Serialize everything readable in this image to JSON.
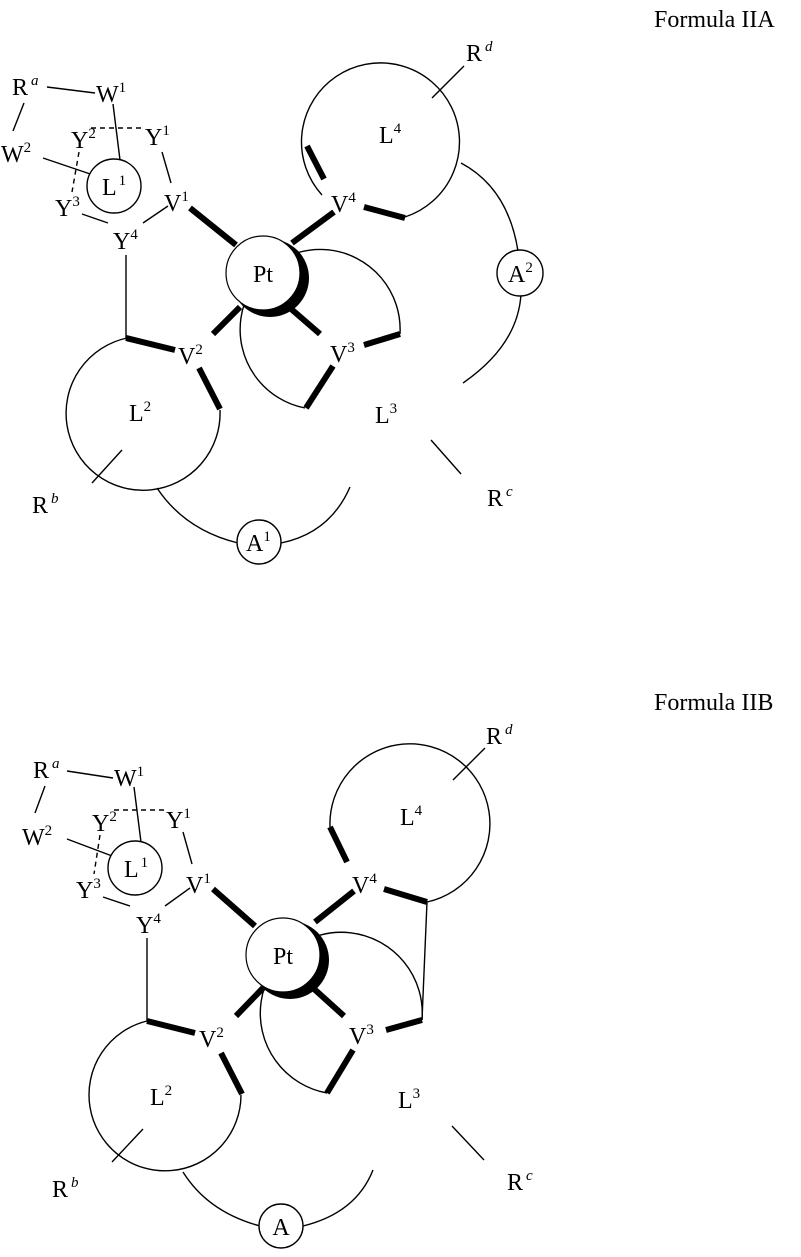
{
  "formulas": [
    {
      "title": "Formula IIA",
      "center": "Pt",
      "bridge_main": {
        "base": "A",
        "sub": "1"
      },
      "bridge_side": {
        "base": "A",
        "sub": "2"
      },
      "ligands": {
        "L1": {
          "base": "L",
          "sub": "1"
        },
        "L2": {
          "base": "L",
          "sub": "2"
        },
        "L3": {
          "base": "L",
          "sub": "3"
        },
        "L4": {
          "base": "L",
          "sub": "4"
        }
      },
      "donors": {
        "V1": {
          "base": "V",
          "sub": "1"
        },
        "V2": {
          "base": "V",
          "sub": "2"
        },
        "V3": {
          "base": "V",
          "sub": "3"
        },
        "V4": {
          "base": "V",
          "sub": "4"
        }
      },
      "ring_atoms": {
        "Y1": {
          "base": "Y",
          "sub": "1"
        },
        "Y2": {
          "base": "Y",
          "sub": "2"
        },
        "Y3": {
          "base": "Y",
          "sub": "3"
        },
        "Y4": {
          "base": "Y",
          "sub": "4"
        }
      },
      "w_atoms": {
        "W1": {
          "base": "W",
          "sub": "1"
        },
        "W2": {
          "base": "W",
          "sub": "2"
        }
      },
      "substituents": {
        "Ra": {
          "base": "R",
          "sub": "a"
        },
        "Rb": {
          "base": "R",
          "sub": "b"
        },
        "Rc": {
          "base": "R",
          "sub": "c"
        },
        "Rd": {
          "base": "R",
          "sub": "d"
        }
      }
    },
    {
      "title": "Formula IIB",
      "center": "Pt",
      "bridge_main": {
        "base": "A",
        "sub": ""
      },
      "ligands": {
        "L1": {
          "base": "L",
          "sub": "1"
        },
        "L2": {
          "base": "L",
          "sub": "2"
        },
        "L3": {
          "base": "L",
          "sub": "3"
        },
        "L4": {
          "base": "L",
          "sub": "4"
        }
      },
      "donors": {
        "V1": {
          "base": "V",
          "sub": "1"
        },
        "V2": {
          "base": "V",
          "sub": "2"
        },
        "V3": {
          "base": "V",
          "sub": "3"
        },
        "V4": {
          "base": "V",
          "sub": "4"
        }
      },
      "ring_atoms": {
        "Y1": {
          "base": "Y",
          "sub": "1"
        },
        "Y2": {
          "base": "Y",
          "sub": "2"
        },
        "Y3": {
          "base": "Y",
          "sub": "3"
        },
        "Y4": {
          "base": "Y",
          "sub": "4"
        }
      },
      "w_atoms": {
        "W1": {
          "base": "W",
          "sub": "1"
        },
        "W2": {
          "base": "W",
          "sub": "2"
        }
      },
      "substituents": {
        "Ra": {
          "base": "R",
          "sub": "a"
        },
        "Rb": {
          "base": "R",
          "sub": "b"
        },
        "Rc": {
          "base": "R",
          "sub": "c"
        },
        "Rd": {
          "base": "R",
          "sub": "d"
        }
      }
    }
  ]
}
